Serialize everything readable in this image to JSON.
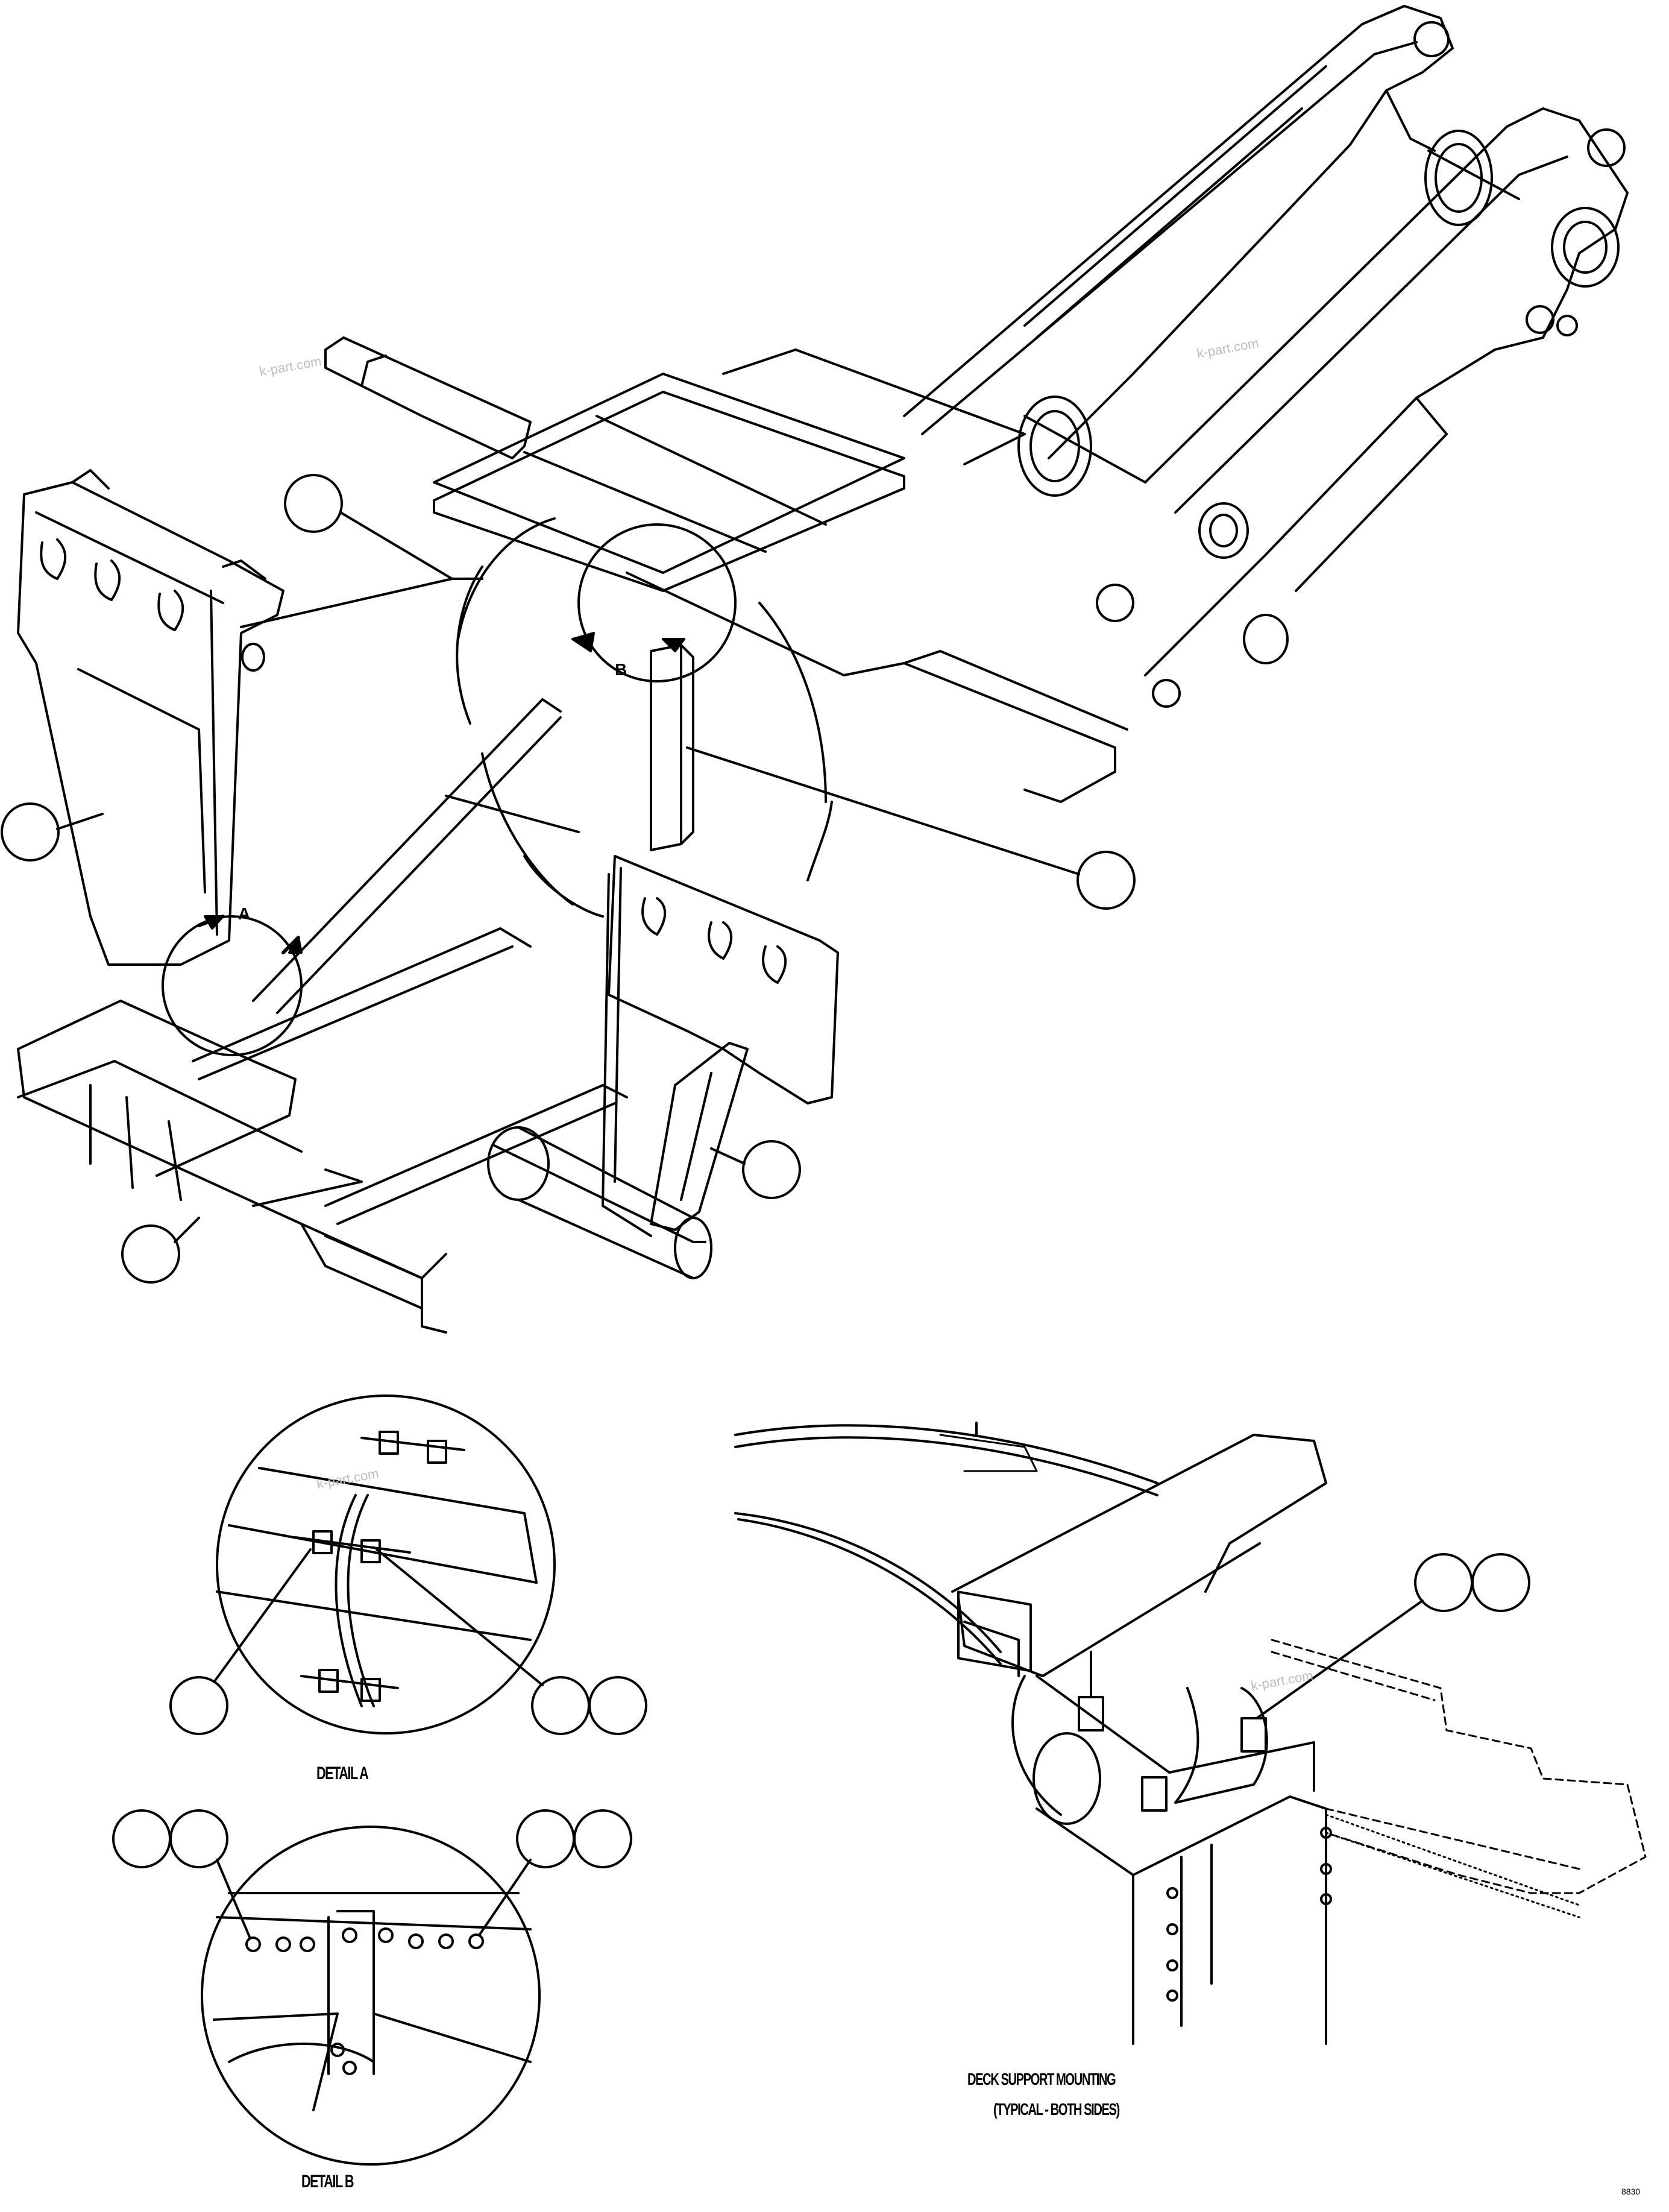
{
  "views": {
    "main": {
      "letter_a": "A",
      "letter_b": "B"
    },
    "detail_a": {
      "title": "DETAIL A"
    },
    "detail_b": {
      "title": "DETAIL B"
    },
    "deck_support": {
      "title_line1": "DECK SUPPORT MOUNTING",
      "title_line2": "(TYPICAL - BOTH SIDES)"
    }
  },
  "figure_code": "8830",
  "watermark": "k-part.com",
  "colors": {
    "line": "#000000",
    "background": "#ffffff",
    "watermark": "#bdbdbd"
  }
}
